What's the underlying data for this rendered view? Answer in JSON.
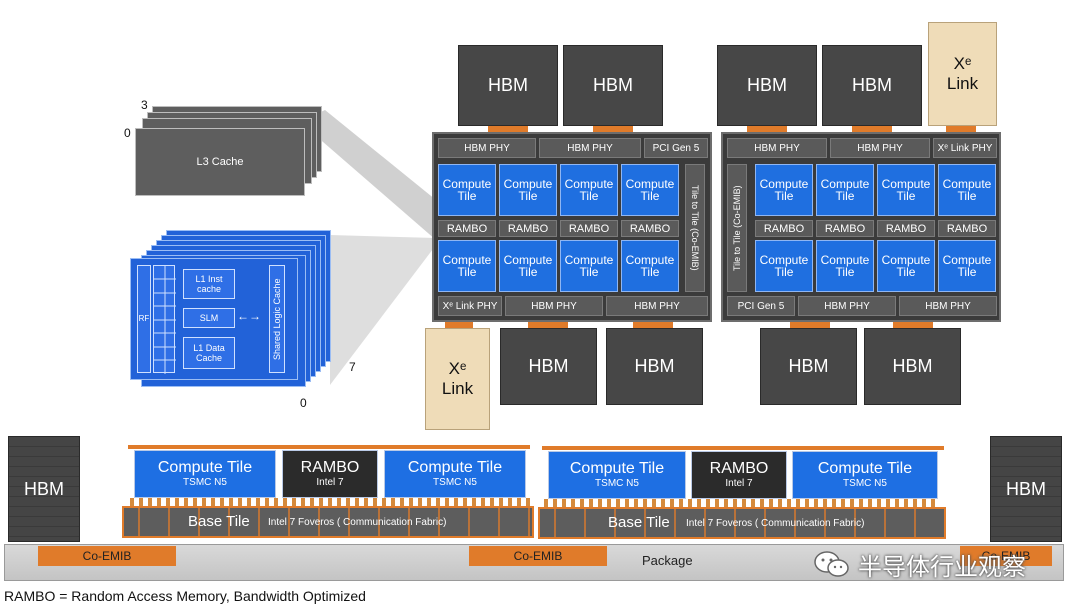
{
  "colors": {
    "compute": "#1f6fe0",
    "hbm": "#474747",
    "xe_link": "#efdcb8",
    "emib": "#e07b2a",
    "rambo_dark": "#2b2b2b"
  },
  "stack": {
    "l3_top": "3",
    "l3_bottom": "0",
    "l3_label": "L3 Cache",
    "xe_top": "7",
    "xe_bottom": "0",
    "rf": "RF",
    "l1_inst": "L1 Inst cache",
    "slm": "SLM",
    "arrow": "←→",
    "l1_data": "L1 Data Cache",
    "shared": "Shared Logic Cache"
  },
  "left_die": {
    "hbm_top": [
      "HBM",
      "HBM"
    ],
    "top_bar": [
      "HBM PHY",
      "HBM PHY",
      "PCI Gen 5"
    ],
    "row1": [
      "Compute Tile",
      "Compute Tile",
      "Compute Tile",
      "Compute Tile"
    ],
    "rambo": [
      "RAMBO",
      "RAMBO",
      "RAMBO",
      "RAMBO"
    ],
    "row2": [
      "Compute Tile",
      "Compute Tile",
      "Compute Tile",
      "Compute Tile"
    ],
    "side": "Tile to Tile (Co-EMIB)",
    "bottom_bar": [
      "Xᵉ Link PHY",
      "HBM PHY",
      "HBM PHY"
    ],
    "xe_link": [
      "Xᵉ",
      "Link"
    ],
    "hbm_bottom": [
      "HBM",
      "HBM"
    ]
  },
  "right_die": {
    "hbm_top": [
      "HBM",
      "HBM"
    ],
    "xe_link": [
      "Xᵉ",
      "Link"
    ],
    "top_bar": [
      "HBM PHY",
      "HBM PHY",
      "Xᵉ Link PHY"
    ],
    "row1": [
      "Compute Tile",
      "Compute Tile",
      "Compute Tile",
      "Compute Tile"
    ],
    "rambo": [
      "RAMBO",
      "RAMBO",
      "RAMBO",
      "RAMBO"
    ],
    "row2": [
      "Compute Tile",
      "Compute Tile",
      "Compute Tile",
      "Compute Tile"
    ],
    "side": "Tile to Tile (Co-EMIB)",
    "bottom_bar": [
      "PCI Gen 5",
      "HBM PHY",
      "HBM PHY"
    ],
    "hbm_bottom": [
      "HBM",
      "HBM"
    ]
  },
  "cross_section": {
    "hbm_left": "HBM",
    "hbm_right": "HBM",
    "left": {
      "tiles": [
        {
          "title": "Compute Tile",
          "sub": "TSMC N5"
        },
        {
          "title": "RAMBO",
          "sub": "Intel 7"
        },
        {
          "title": "Compute Tile",
          "sub": "TSMC N5"
        }
      ],
      "base": "Base Tile",
      "base_sub": "Intel 7 Foveros ( Communication Fabric)"
    },
    "right": {
      "tiles": [
        {
          "title": "Compute Tile",
          "sub": "TSMC N5"
        },
        {
          "title": "RAMBO",
          "sub": "Intel 7"
        },
        {
          "title": "Compute Tile",
          "sub": "TSMC N5"
        }
      ],
      "base": "Base Tile",
      "base_sub": "Intel 7 Foveros ( Communication Fabric)"
    },
    "emib": [
      "Co-EMIB",
      "Co-EMIB",
      "Co-EMIB"
    ],
    "package": "Package"
  },
  "watermark": "半导体行业观察",
  "footnote": "RAMBO = Random Access Memory, Bandwidth Optimized"
}
